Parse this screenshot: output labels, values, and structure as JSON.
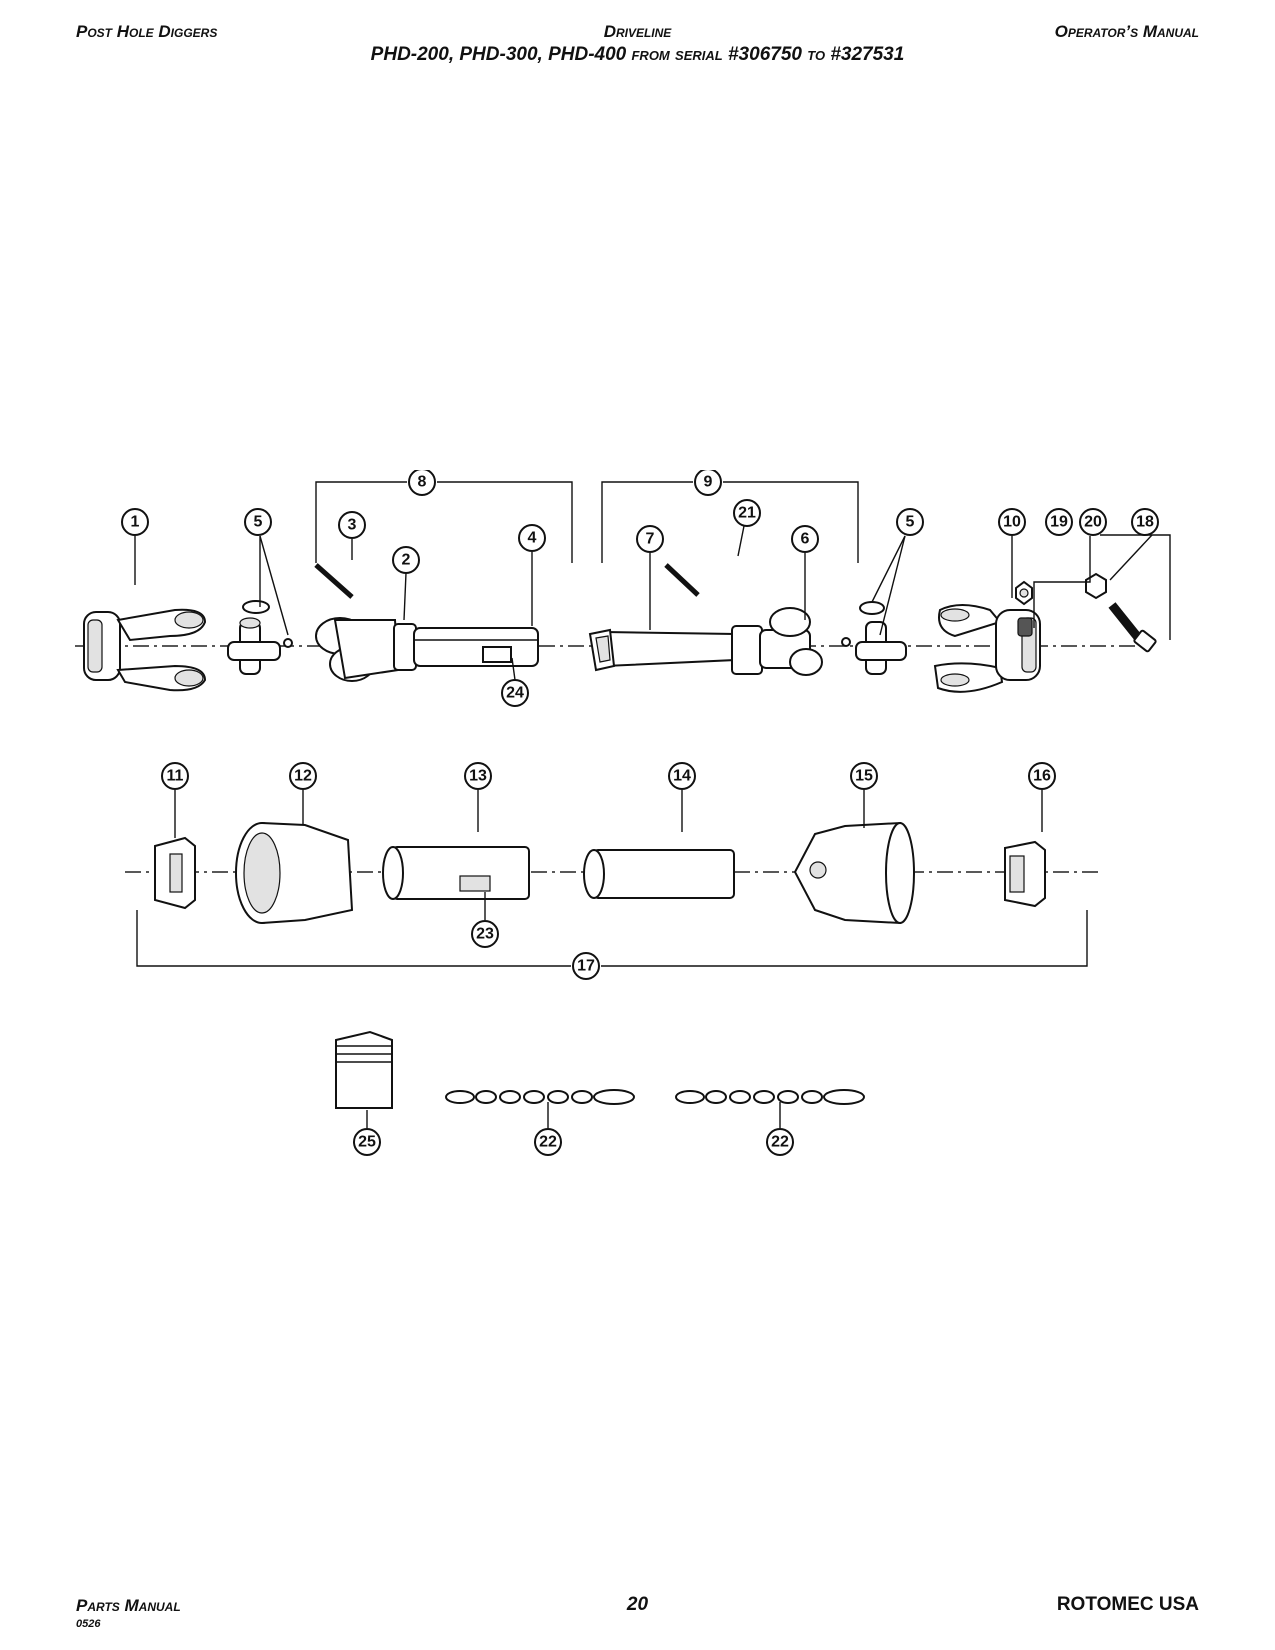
{
  "header": {
    "left": "Post Hole Diggers",
    "center": "Driveline",
    "right": "Operator’s Manual",
    "subtitle": "PHD-200, PHD-300, PHD-400 from serial #306750 to #327531"
  },
  "callouts": [
    "1",
    "2",
    "3",
    "4",
    "5",
    "5",
    "6",
    "7",
    "8",
    "9",
    "10",
    "11",
    "12",
    "13",
    "14",
    "15",
    "16",
    "17",
    "18",
    "19",
    "20",
    "21",
    "22",
    "22",
    "23",
    "24",
    "25"
  ],
  "footer": {
    "left": "Parts Manual",
    "code": "0526",
    "page": "20",
    "right": "ROTOMEC USA"
  }
}
